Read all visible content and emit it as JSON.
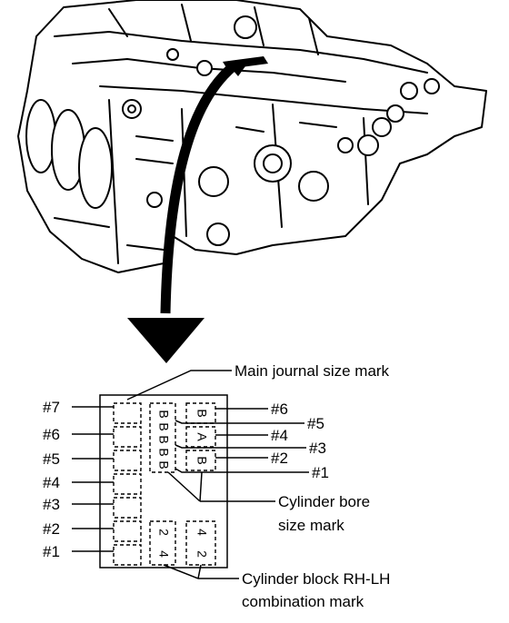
{
  "labels": {
    "main_journal": "Main journal size mark",
    "bore_line1": "Cylinder bore",
    "bore_line2": "size mark",
    "combo_line1": "Cylinder block RH-LH",
    "combo_line2": "combination mark"
  },
  "left_marks": [
    "#7",
    "#6",
    "#5",
    "#4",
    "#3",
    "#2",
    "#1"
  ],
  "right_marks": {
    "r6": "#6",
    "r5": "#5",
    "r4": "#4",
    "r3": "#3",
    "r2": "#2",
    "r1": "#1"
  },
  "stamps": {
    "bore_col1": [
      "B",
      "B",
      "B",
      "B",
      "B"
    ],
    "bore_col2": [
      "B",
      "A",
      "B"
    ],
    "combo_col1": [
      "2",
      "4"
    ],
    "combo_col2": [
      "4",
      "2"
    ]
  }
}
